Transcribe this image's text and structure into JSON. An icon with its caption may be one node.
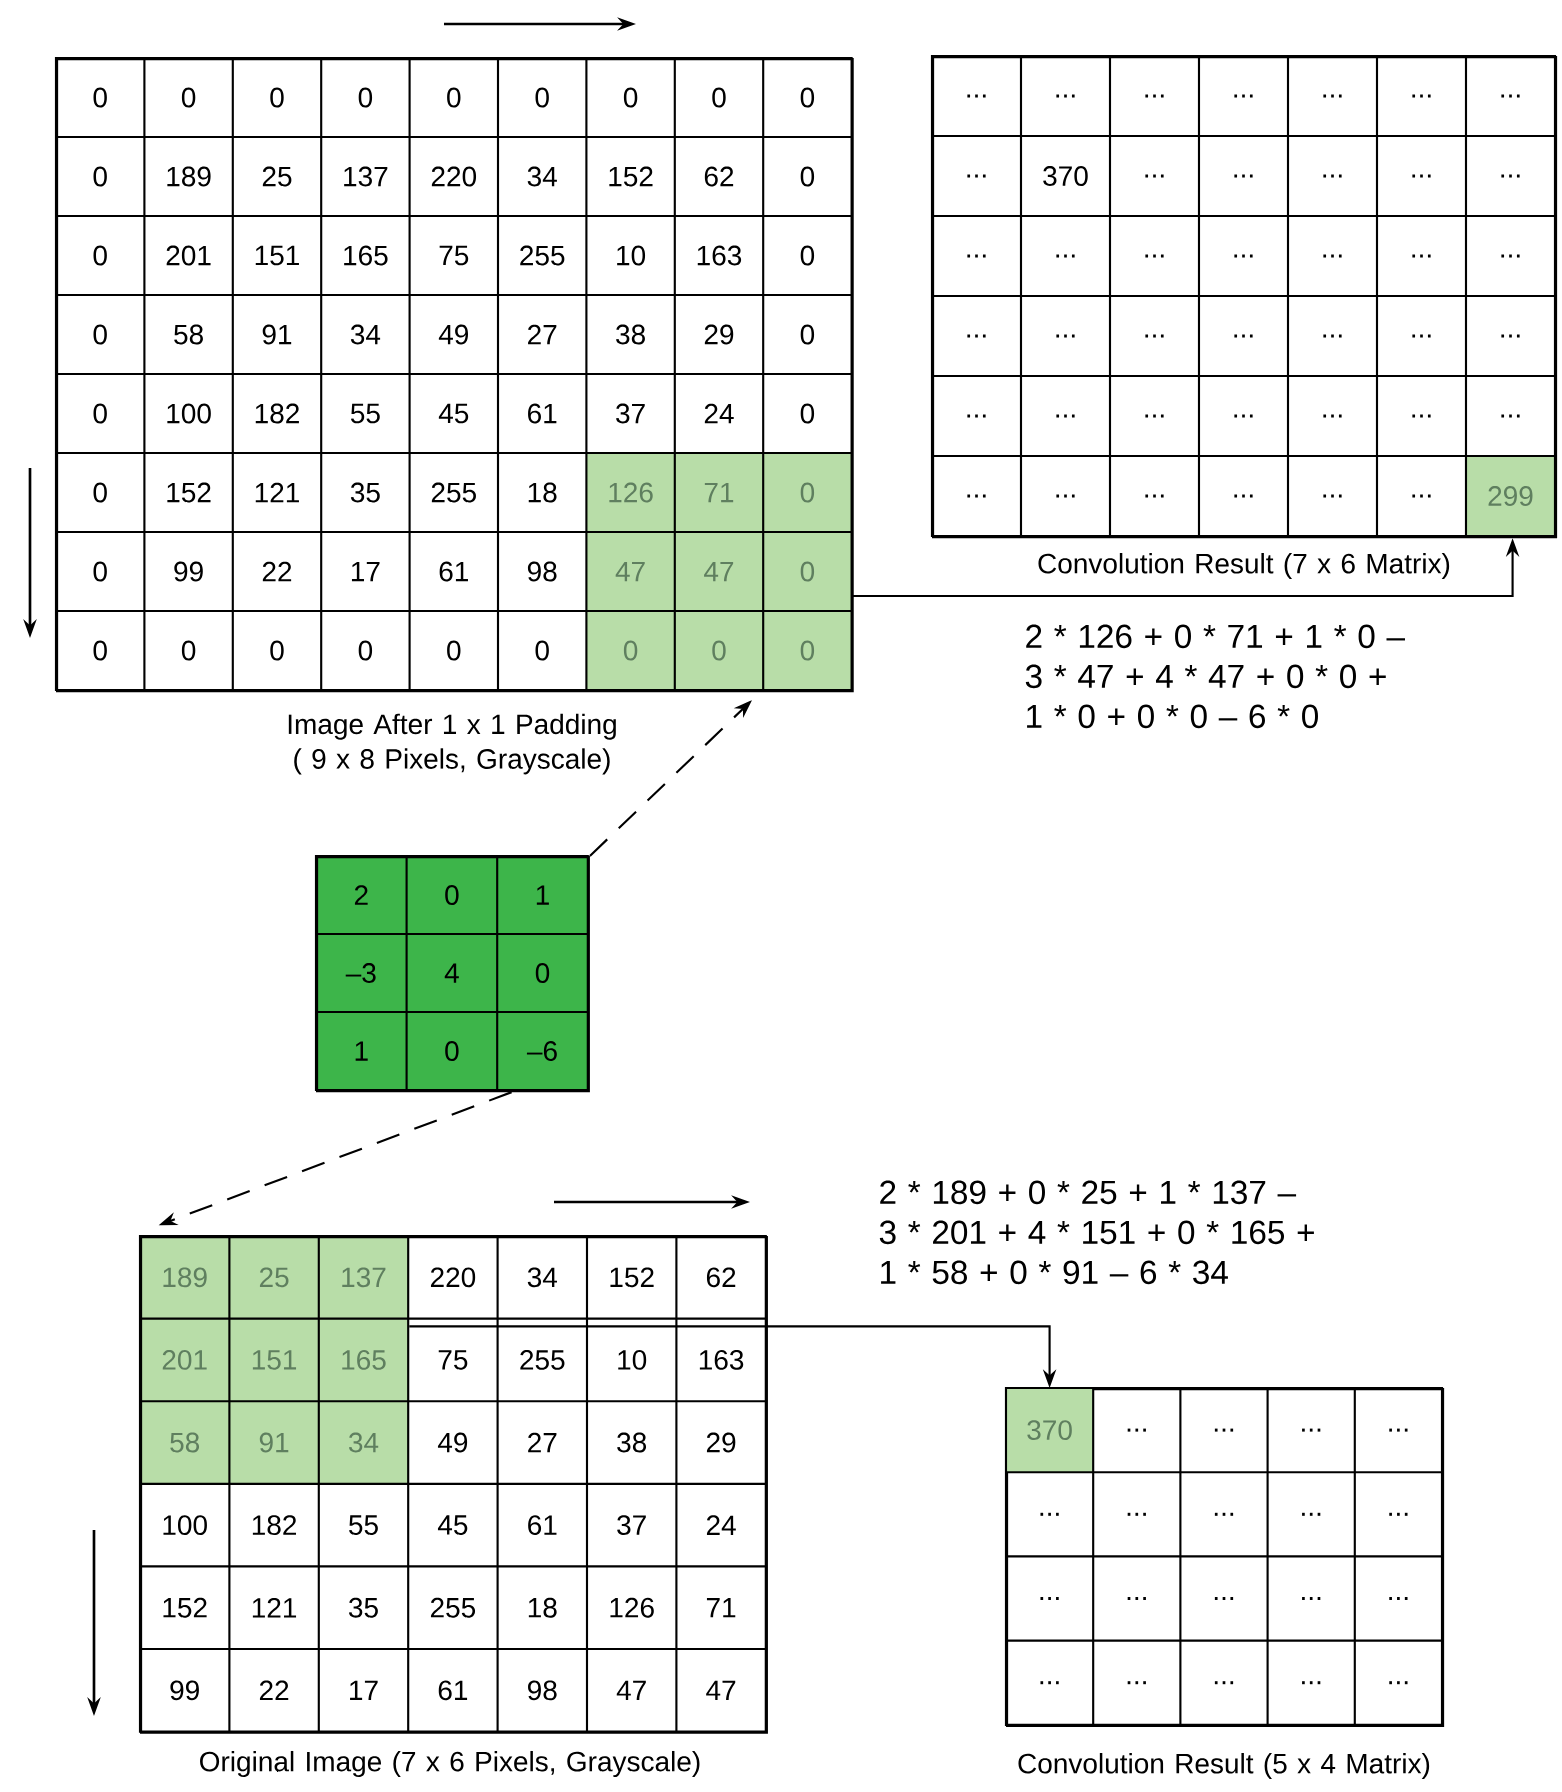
{
  "diagram": {
    "nodes": [
      {
        "text": [
          "0",
          "0",
          "0",
          "0",
          "0",
          "0",
          "0",
          "0",
          "0",
          "0",
          "189",
          "25",
          "137",
          "220",
          "34",
          "152",
          "62",
          "0",
          "0",
          "201",
          "151",
          "165",
          "75",
          "255",
          "10",
          "163",
          "0",
          "0",
          "58",
          "91",
          "34",
          "49",
          "27",
          "38",
          "29",
          "0",
          "0",
          "100",
          "182",
          "55",
          "45",
          "61",
          "37",
          "24",
          "0",
          "0",
          "152",
          "121",
          "35",
          "255",
          "18",
          "0",
          "99",
          "22",
          "17",
          "61",
          "98",
          "0",
          "0",
          "0",
          "0",
          "0",
          "0"
        ],
        "beside": [
          "Image After 1 x 1 Padding ( 9 x 8 Pixels, Grayscale)"
        ]
      },
      {
        "text": [
          "126",
          "71",
          "0",
          "47",
          "47",
          "0",
          "0",
          "0",
          "0"
        ],
        "in": 0
      },
      {
        "text": [
          "...",
          "...",
          "...",
          "...",
          "...",
          "...",
          "...",
          "...",
          "370",
          "...",
          "...",
          "...",
          "...",
          "...",
          "...",
          "...",
          "...",
          "...",
          "...",
          "...",
          "...",
          "...",
          "...",
          "...",
          "...",
          "...",
          "...",
          "...",
          "...",
          "...",
          "...",
          "...",
          "...",
          "...",
          "...",
          "...",
          "...",
          "...",
          "...",
          "...",
          "...",
          "299"
        ],
        "beside": [
          "Convolution Result (7 x 6 Matrix)"
        ]
      },
      {
        "text": [
          "2",
          "0",
          "1",
          "–3",
          "4",
          "0",
          "1",
          "0",
          "–6"
        ]
      },
      {
        "text": [
          "220",
          "34",
          "152",
          "62",
          "75",
          "255",
          "10",
          "163",
          "49",
          "27",
          "38",
          "29",
          "100",
          "182",
          "55",
          "45",
          "61",
          "37",
          "24",
          "152",
          "121",
          "35",
          "255",
          "18",
          "126",
          "71",
          "99",
          "22",
          "17",
          "61",
          "98",
          "47",
          "47"
        ],
        "beside": [
          "Original Image (7 x 6 Pixels, Grayscale)"
        ]
      },
      {
        "text": [
          "189",
          "25",
          "137",
          "201",
          "151",
          "165",
          "58",
          "91",
          "34"
        ],
        "in": 4
      },
      {
        "text": [
          "370",
          "...",
          "...",
          "...",
          "...",
          "...",
          "...",
          "...",
          "...",
          "...",
          "...",
          "...",
          "...",
          "...",
          "...",
          "...",
          "...",
          "...",
          "...",
          "..."
        ],
        "beside": [
          "Convolution Result (5 x 4 Matrix)"
        ]
      }
    ],
    "edges": [
      {
        "from": 1,
        "to": 2,
        "arrow": "to"
      },
      {
        "from": 3,
        "to": 0,
        "arrow": "to",
        "style": "dashed"
      },
      {
        "from": 3,
        "to": 4,
        "arrow": "to",
        "style": "dashed"
      },
      {
        "from": 5,
        "to": 6,
        "arrow": "to"
      }
    ],
    "labels": [
      "2 * 126 + 0 * 71 + 1 * 0 – 3 * 47 + 4 * 47 + 0 * 0 + 1 * 0 + 0 * 0 – 6 * 0",
      "2 * 189 + 0 * 25 + 1 * 137 – 3 * 201 + 4 * 151 + 0 * 165 + 1 * 58 + 0 * 91 – 6 * 34"
    ]
  }
}
